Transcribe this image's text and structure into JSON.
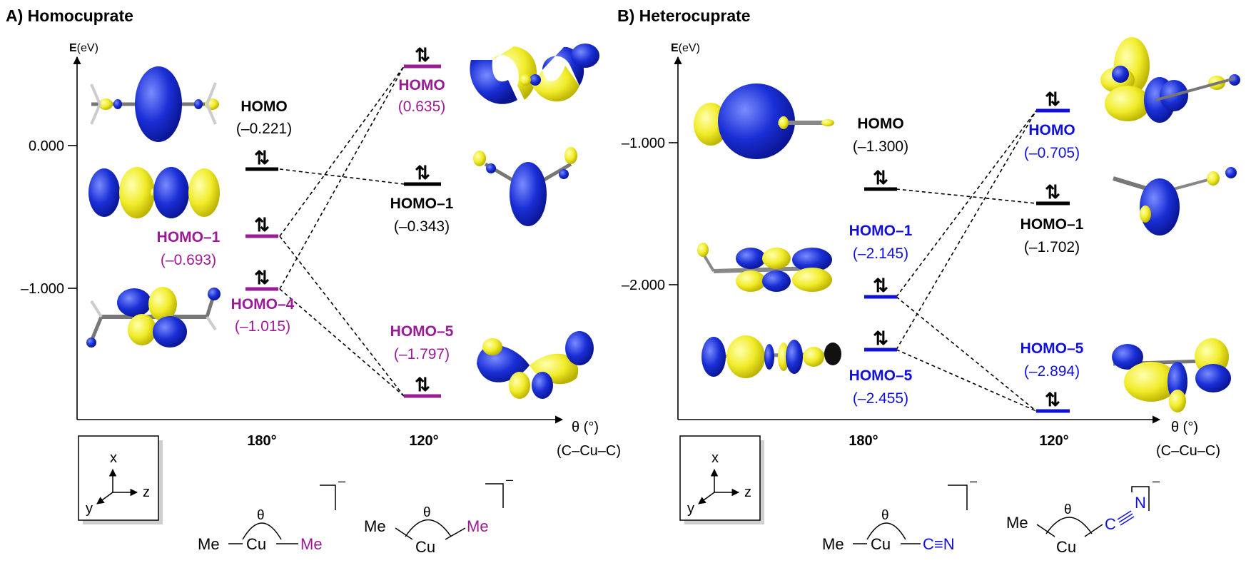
{
  "colors": {
    "homo_accent": "#9a1b96",
    "hetero_accent": "#1010d8",
    "black": "#000000",
    "lobe_blue": "#1830d0",
    "lobe_yellow": "#f2ee2e"
  },
  "panelA": {
    "title": "A) Homocuprate",
    "yaxis_label_bold": "E",
    "yaxis_label_unit": "(eV)",
    "yticks": [
      "0.000",
      "–1.000"
    ],
    "xticks": [
      "180°",
      "120°"
    ],
    "xaxis_label_1": "θ (°)",
    "xaxis_label_2": "(C–Cu–C)",
    "levels": [
      {
        "name": "HOMO",
        "value": "(–0.221)"
      },
      {
        "name": "HOMO–1",
        "value": "(–0.693)"
      },
      {
        "name": "HOMO–4",
        "value": "(–1.015)"
      },
      {
        "name": "HOMO",
        "value": "(0.635)"
      },
      {
        "name": "HOMO–1",
        "value": "(–0.343)"
      },
      {
        "name": "HOMO–5",
        "value": "(–1.797)"
      }
    ],
    "struct_linear": {
      "me": "Me",
      "cu": "Cu",
      "me2": "Me",
      "theta": "θ",
      "charge": "–"
    },
    "struct_bent": {
      "me": "Me",
      "cu": "Cu",
      "me2": "Me",
      "theta": "θ",
      "charge": "–"
    },
    "axes_box": {
      "x": "x",
      "y": "y",
      "z": "z"
    }
  },
  "panelB": {
    "title": "B) Heterocuprate",
    "yaxis_label_bold": "E",
    "yaxis_label_unit": "(eV)",
    "yticks": [
      "–1.000",
      "–2.000"
    ],
    "xticks": [
      "180°",
      "120°"
    ],
    "xaxis_label_1": "θ (°)",
    "xaxis_label_2": "(C–Cu–C)",
    "levels": [
      {
        "name": "HOMO",
        "value": "(–1.300)"
      },
      {
        "name": "HOMO–1",
        "value": "(–2.145)"
      },
      {
        "name": "HOMO–5",
        "value": "(–2.455)"
      },
      {
        "name": "HOMO",
        "value": "(–0.705)"
      },
      {
        "name": "HOMO–1",
        "value": "(–1.702)"
      },
      {
        "name": "HOMO–5",
        "value": "(–2.894)"
      }
    ],
    "struct_linear": {
      "me": "Me",
      "cu": "Cu",
      "cn": "C≡N",
      "theta": "θ",
      "charge": "–"
    },
    "struct_bent": {
      "me": "Me",
      "cu": "Cu",
      "c": "C",
      "n": "N",
      "theta": "θ",
      "charge": "–"
    },
    "axes_box": {
      "x": "x",
      "y": "y",
      "z": "z"
    }
  },
  "electron_pair_glyph": "⇅"
}
